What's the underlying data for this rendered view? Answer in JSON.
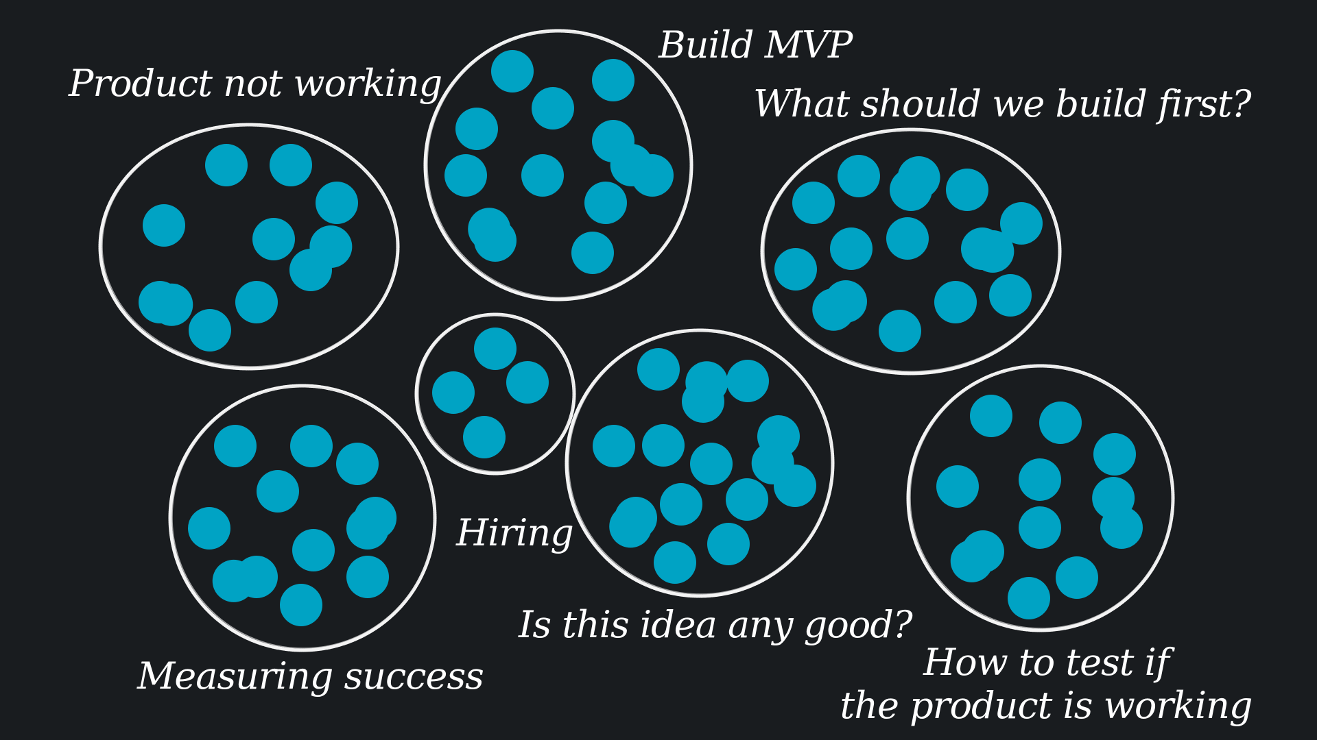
{
  "theme": {
    "background": "#191c1f",
    "outline_color": "#f4f4f4",
    "dot_color": "#00a3c4",
    "text_color": "#ffffff"
  },
  "clusters": [
    {
      "id": "product-not-working",
      "label": "Product not working",
      "dot_count": 11
    },
    {
      "id": "build-mvp",
      "label": "Build MVP",
      "dot_count": 13
    },
    {
      "id": "what-should-we-build-first",
      "label": "What should we build first?",
      "dot_count": 16
    },
    {
      "id": "hiring",
      "label": "Hiring",
      "dot_count": 4
    },
    {
      "id": "is-this-idea-any-good",
      "label": "Is this idea any good?",
      "dot_count": 16
    },
    {
      "id": "measuring-success",
      "label": "Measuring success",
      "dot_count": 12
    },
    {
      "id": "how-to-test-if-the-product-is-working",
      "label": "How to test if the product is working",
      "label_lines": [
        "How to test if",
        "the product is working"
      ],
      "dot_count": 12
    }
  ]
}
